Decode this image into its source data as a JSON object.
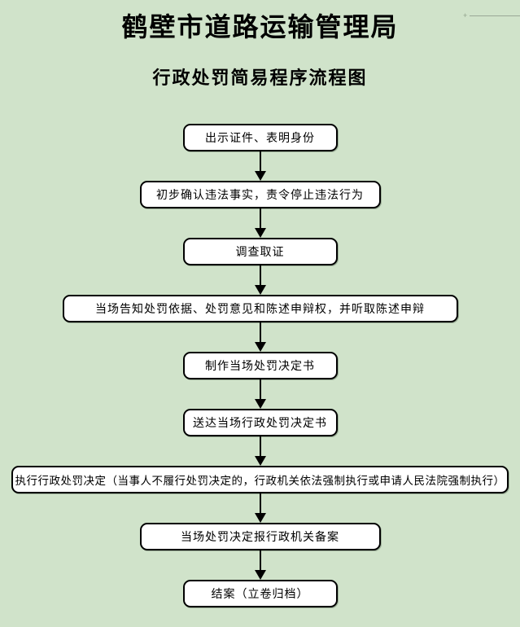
{
  "page": {
    "title": "鹤壁市道路运输管理局",
    "subtitle": "行政处罚简易程序流程图",
    "background_color": "#d0e3ca",
    "node_fill_color": "#ffffff",
    "node_border_color": "#000000",
    "connector_icon": "down-arrow"
  },
  "flow": {
    "steps": [
      {
        "label": "出示证件、表明身份",
        "size": "narrow"
      },
      {
        "label": "初步确认违法事实，责令停止违法行为",
        "size": "medium"
      },
      {
        "label": "调查取证",
        "size": "narrow"
      },
      {
        "label": "当场告知处罚依据、处罚意见和陈述申辩权，并听取陈述申辩",
        "size": "wide"
      },
      {
        "label": "制作当场处罚决定书",
        "size": "narrow"
      },
      {
        "label": "送达当场行政处罚决定书",
        "size": "narrow"
      },
      {
        "label": "执行行政处罚决定（当事人不履行处罚决定的，行政机关依法强制执行或申请人民法院强制执行）",
        "size": "full"
      },
      {
        "label": "当场处罚决定报行政机关备案",
        "size": "medium"
      },
      {
        "label": "结案（立卷归档）",
        "size": "narrow"
      }
    ]
  }
}
